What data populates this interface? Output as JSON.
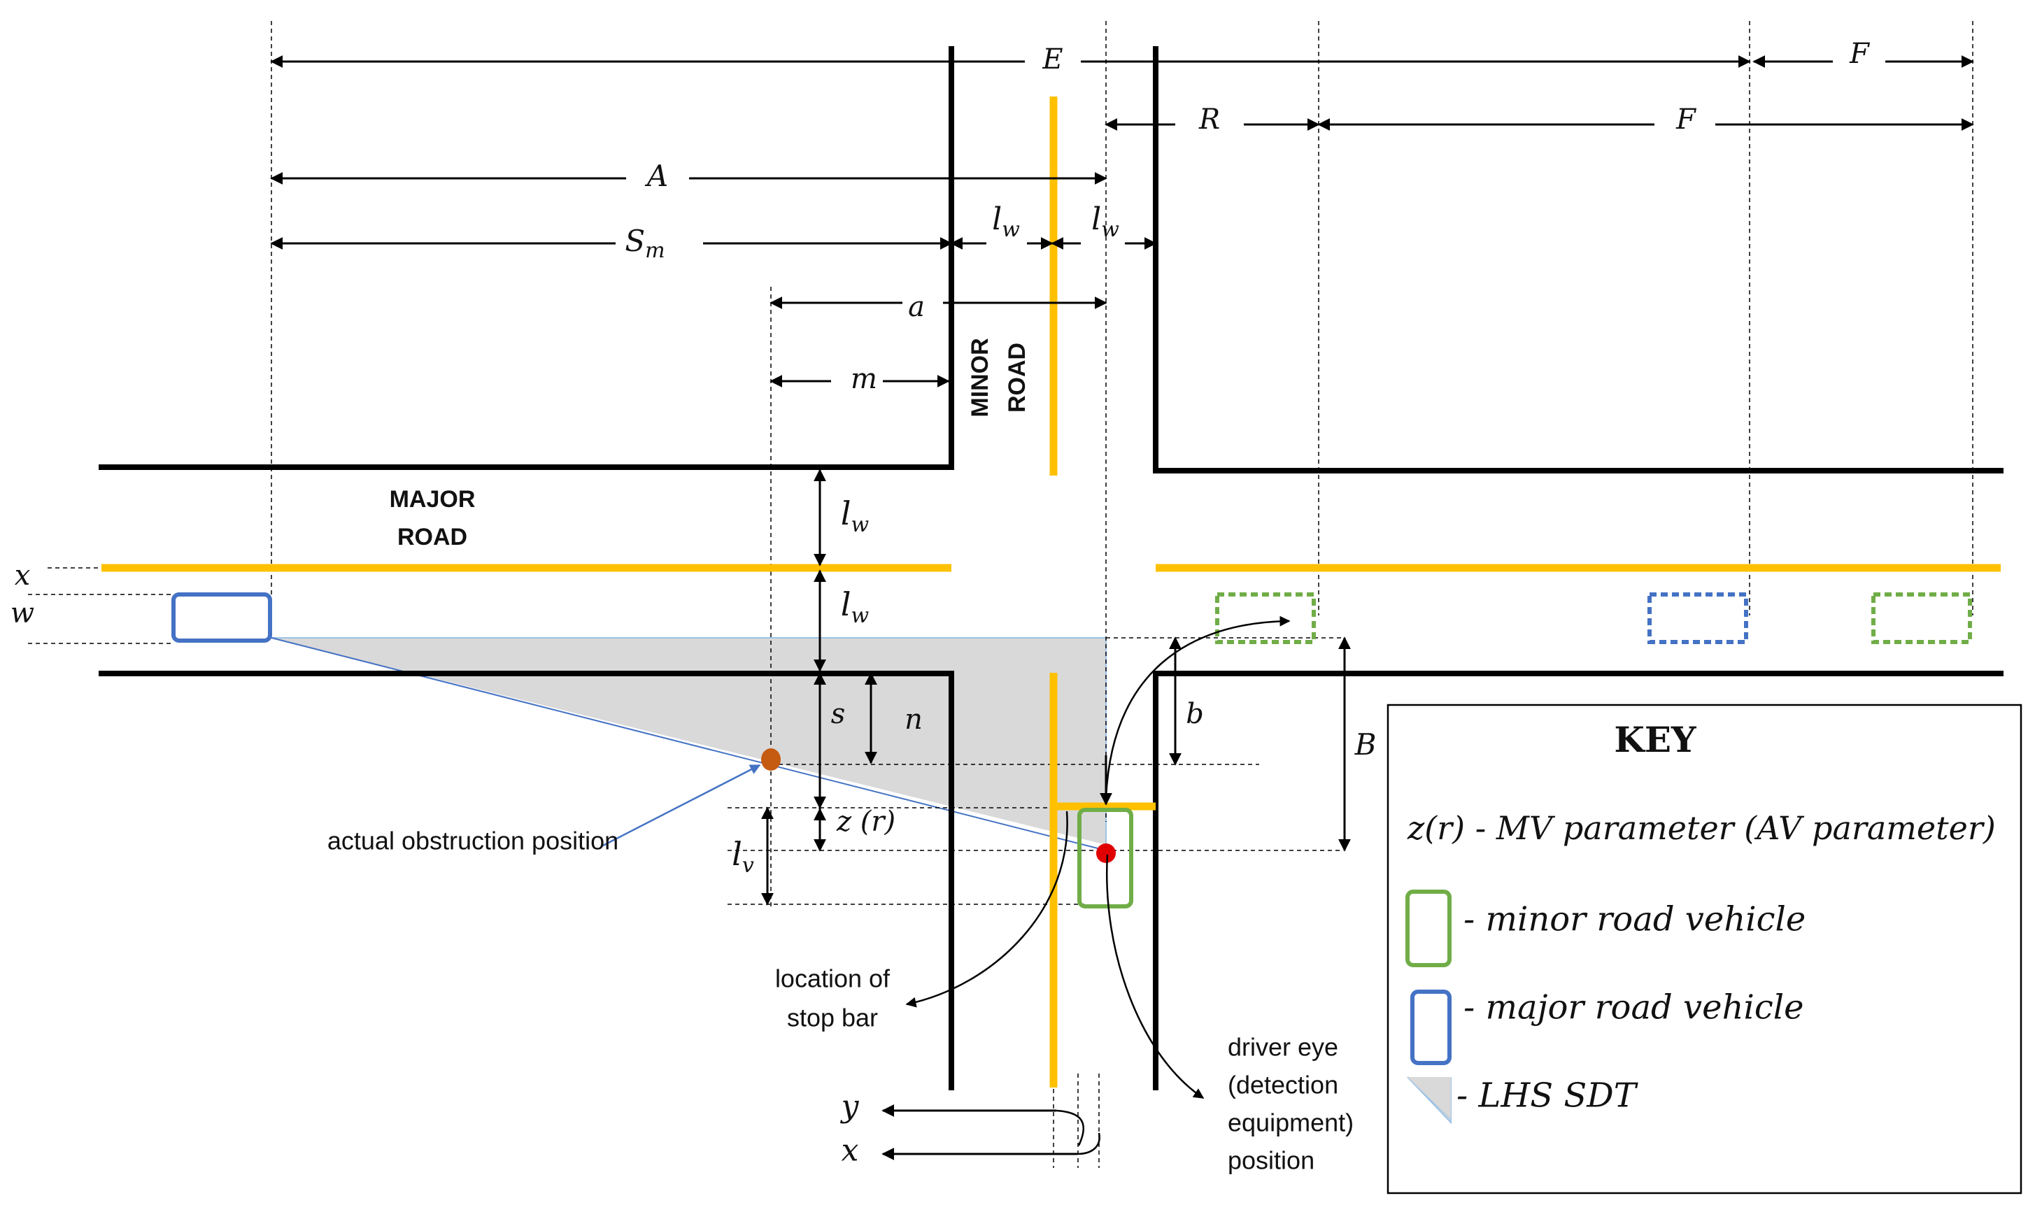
{
  "colors": {
    "yellow": "#FFC000",
    "road": "#000000",
    "green": "#70AD47",
    "blue": "#4472C4",
    "sdt_fill": "#D9D9D9",
    "sdt_edge": "#9DC3E6",
    "obstruction": "#C55A11",
    "driver_eye": "#E00000"
  },
  "labels": {
    "major_road_line1": "MAJOR",
    "major_road_line2": "ROAD",
    "minor_road_line1": "MINOR",
    "minor_road_line2": "ROAD",
    "obstruction_label": "actual obstruction position",
    "stop_bar_line1": "location of",
    "stop_bar_line2": "stop bar",
    "driver_eye_line1": "driver eye",
    "driver_eye_line2": "(detection",
    "driver_eye_line3": "equipment)",
    "driver_eye_line4": "position"
  },
  "dimensions": {
    "E": "E",
    "F_top": "F",
    "F": "F",
    "R": "R",
    "A": "A",
    "Sm_main": "S",
    "Sm_sub": "m",
    "lw_sym": "l",
    "lw_sub": "w",
    "a": "a",
    "m": "m",
    "s": "s",
    "n": "n",
    "z_r": "z (r)",
    "lv_sym": "l",
    "lv_sub": "v",
    "b": "b",
    "B": "B",
    "x": "x",
    "w": "w",
    "y_axis": "y",
    "x_axis": "x"
  },
  "key": {
    "title": "KEY",
    "param_line": "z(r) - MV parameter (AV parameter)",
    "minor_vehicle": "- minor road vehicle",
    "major_vehicle": "- major road vehicle",
    "sdt": "- LHS SDT"
  }
}
